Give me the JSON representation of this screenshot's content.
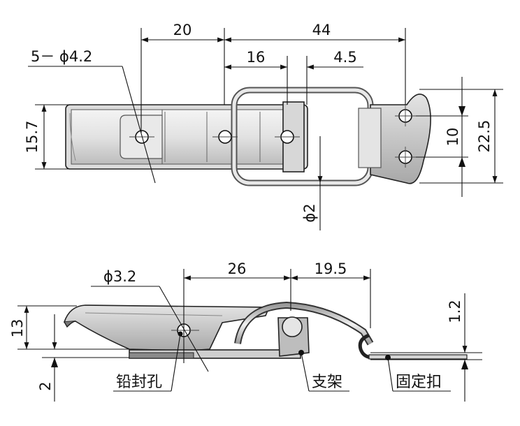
{
  "top_view": {
    "dim_width_total": "20",
    "dim_44": "44",
    "dim_16": "16",
    "dim_4_5": "4.5",
    "dim_holes": "5－ ϕ4.2",
    "dim_height_left": "15.7",
    "dim_10": "10",
    "dim_22_5": "22.5",
    "dim_wire": "ϕ2"
  },
  "side_view": {
    "dim_seal_hole": "ϕ3.2",
    "dim_26": "26",
    "dim_19_5": "19.5",
    "dim_13": "13",
    "dim_2": "2",
    "dim_1_2": "1.2"
  },
  "labels": {
    "seal_hole": "铅封孔",
    "bracket": "支架",
    "catch": "固定扣"
  },
  "colors": {
    "line": "#111111",
    "metal_light": "#e6e6e6",
    "metal_mid": "#cfcfcf",
    "metal_dark": "#9a9a9a"
  }
}
